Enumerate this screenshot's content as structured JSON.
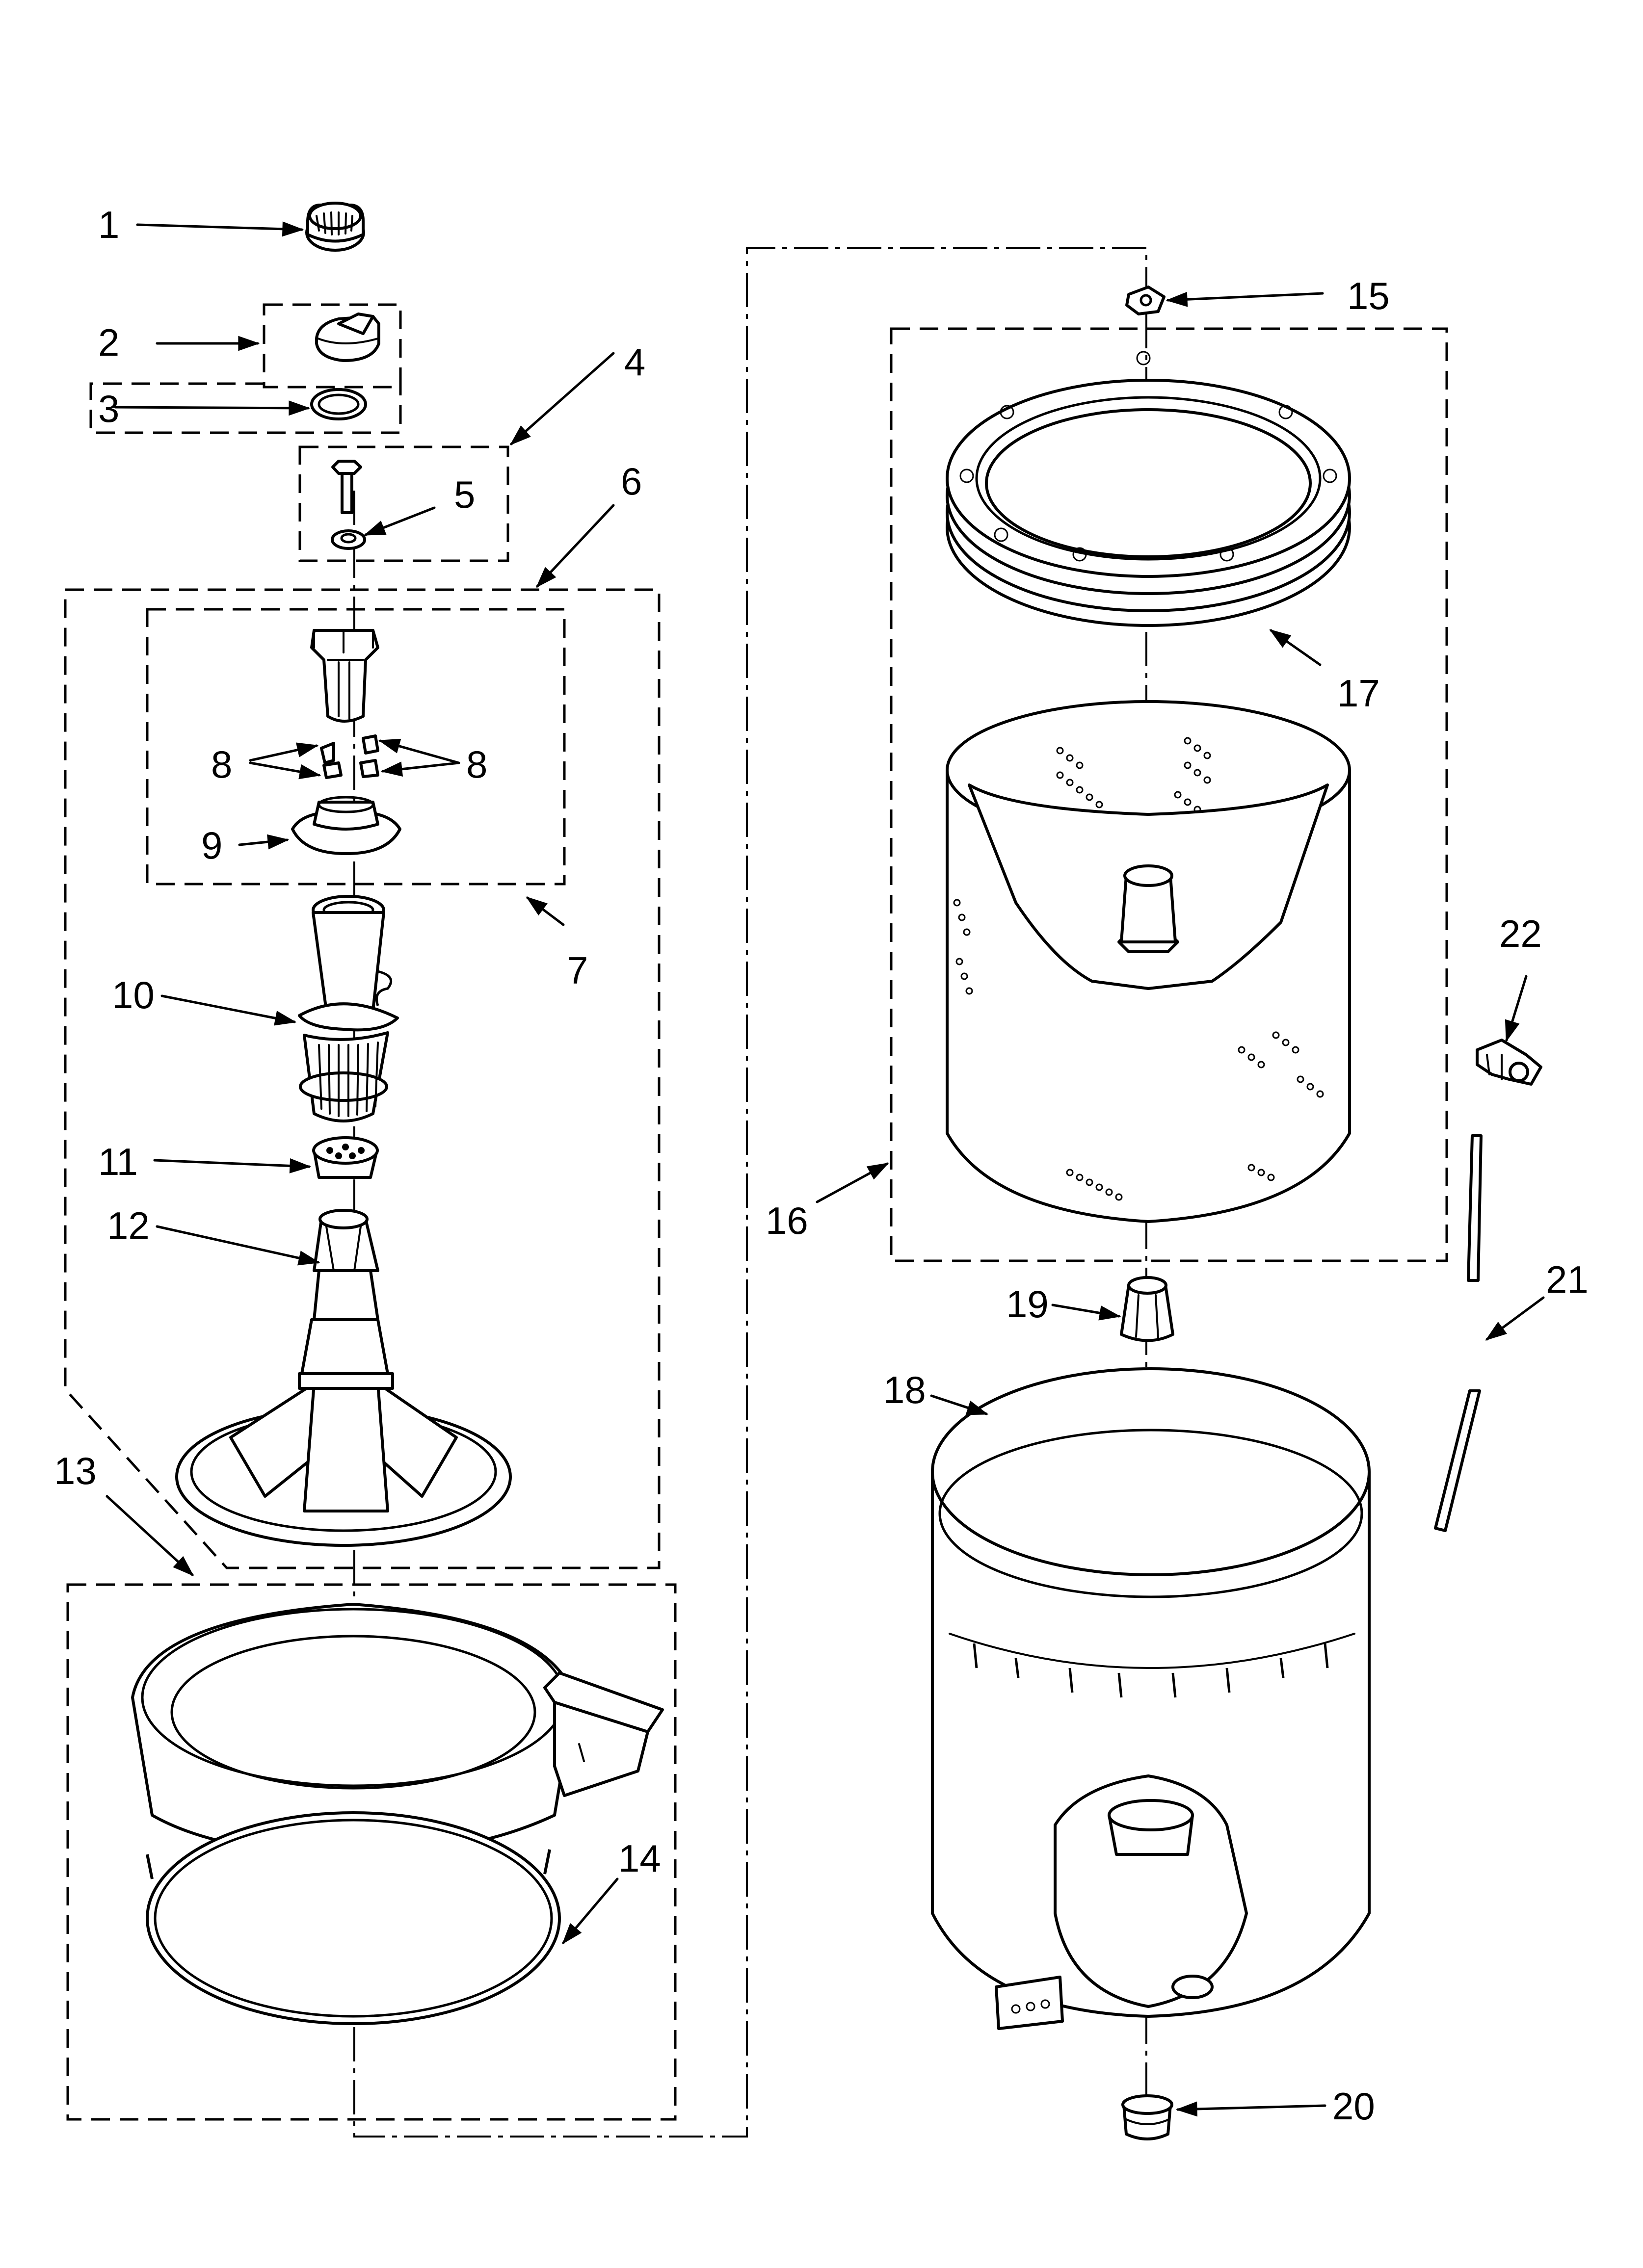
{
  "callouts": [
    {
      "id": "1",
      "text": "1"
    },
    {
      "id": "2",
      "text": "2"
    },
    {
      "id": "3",
      "text": "3"
    },
    {
      "id": "4",
      "text": "4"
    },
    {
      "id": "5",
      "text": "5"
    },
    {
      "id": "6",
      "text": "6"
    },
    {
      "id": "7",
      "text": "7"
    },
    {
      "id": "8",
      "text": "8"
    },
    {
      "id": "9",
      "text": "9"
    },
    {
      "id": "10",
      "text": "10"
    },
    {
      "id": "11",
      "text": "11"
    },
    {
      "id": "12",
      "text": "12"
    },
    {
      "id": "13",
      "text": "13"
    },
    {
      "id": "14",
      "text": "14"
    },
    {
      "id": "15",
      "text": "15"
    },
    {
      "id": "16",
      "text": "16"
    },
    {
      "id": "17",
      "text": "17"
    },
    {
      "id": "18",
      "text": "18"
    },
    {
      "id": "19",
      "text": "19"
    },
    {
      "id": "20",
      "text": "20"
    },
    {
      "id": "21",
      "text": "21"
    },
    {
      "id": "22",
      "text": "22"
    }
  ],
  "icons": {
    "arrowhead": "arrowhead-icon",
    "centerline": "centerline-icon"
  }
}
